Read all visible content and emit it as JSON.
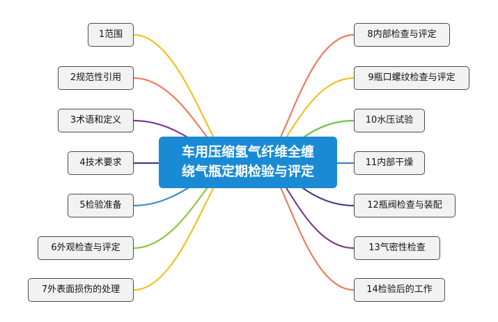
{
  "center": {
    "line1": "车用压缩氢气纤维全缠",
    "line2": "绕气瓶定期检验与评定",
    "color": "#1a8ad4"
  },
  "left_branches": [
    {
      "label": "1范围",
      "color": "#f4c020"
    },
    {
      "label": "2规范性引用",
      "color": "#ee7a5c"
    },
    {
      "label": "3术语和定义",
      "color": "#7a3b8e"
    },
    {
      "label": "4技术要求",
      "color": "#3c3c8c"
    },
    {
      "label": "5检验准备",
      "color": "#3a86c8"
    },
    {
      "label": "6外观检查与评定",
      "color": "#8cc63f"
    },
    {
      "label": "7外表面损伤的处理",
      "color": "#f4c020"
    }
  ],
  "right_branches": [
    {
      "label": "8内部检查与评定",
      "color": "#ee7a5c"
    },
    {
      "label": "9瓶口螺纹检查与评定",
      "color": "#f4c020"
    },
    {
      "label": "10水压试验",
      "color": "#6cbf4a"
    },
    {
      "label": "11内部干燥",
      "color": "#3a86c8"
    },
    {
      "label": "12瓶阀检查与装配",
      "color": "#3c3c8c"
    },
    {
      "label": "13气密性检查",
      "color": "#7a3b8e"
    },
    {
      "label": "14检验后的工作",
      "color": "#ee7a5c"
    }
  ]
}
